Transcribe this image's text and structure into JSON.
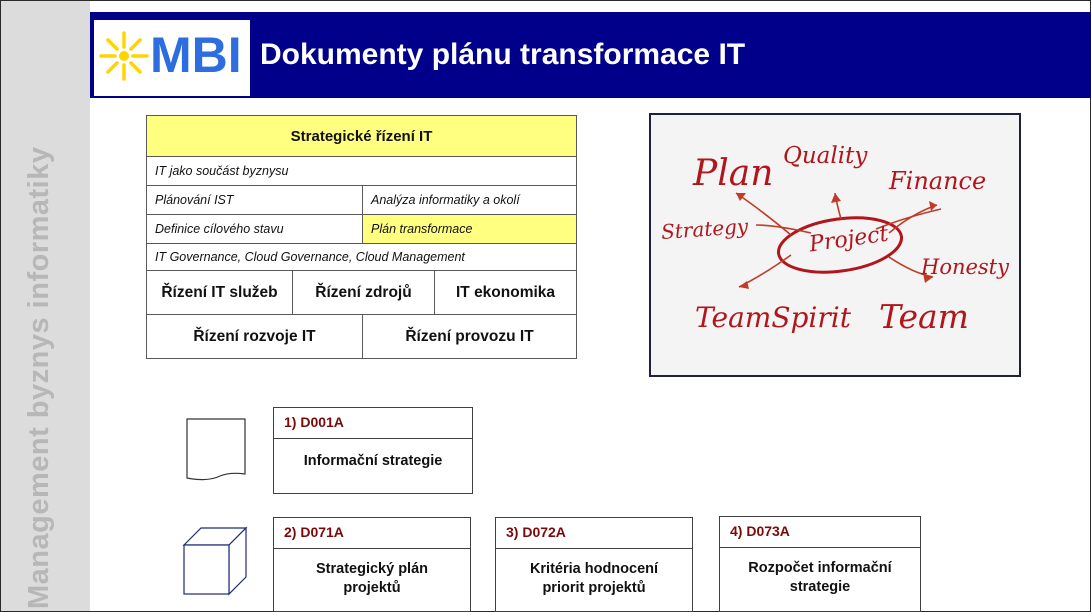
{
  "sidebar": {
    "text": "Management byznys informatiky"
  },
  "header": {
    "logo_text": "MBI",
    "title": "Dokumenty plánu transformace IT"
  },
  "matrix": {
    "title": "Strategické řízení IT",
    "row1": "IT jako součást byznysu",
    "row2_left": "Plánování IST",
    "row2_right": "Analýza informatiky a okolí",
    "row3_left": "Definice cílového stavu",
    "row3_right": "Plán transformace",
    "row4": "IT Governance, Cloud Governance, Cloud Management",
    "row5": [
      "Řízení IT služeb",
      "Řízení  zdrojů",
      "IT ekonomika"
    ],
    "row6": [
      "Řízení rozvoje IT",
      "Řízení provozu IT"
    ]
  },
  "wordcloud": {
    "plan": "Plan",
    "quality": "Quality",
    "finance": "Finance",
    "strategy": "Strategy",
    "project": "Project",
    "honesty": "Honesty",
    "teamspirit": "TeamSpirit",
    "team": "Team"
  },
  "documents": [
    {
      "code": "1)  D001A",
      "label": "Informační strategie"
    },
    {
      "code": "2)  D071A",
      "label_line1": "Strategický plán",
      "label_line2": "projektů"
    },
    {
      "code": "3) D072A",
      "label_line1": "Kritéria hodnocení",
      "label_line2": "priorit projektů"
    },
    {
      "code": "4) D073A",
      "label_line1": "Rozpočet informační",
      "label_line2": "strategie"
    }
  ],
  "colors": {
    "header_bg": "#00008a",
    "highlight": "#ffff80",
    "word_red": "#b0161b",
    "code_red": "#7a0a0a",
    "logo_blue": "#2d6de0",
    "logo_sun": "#ffd400"
  }
}
